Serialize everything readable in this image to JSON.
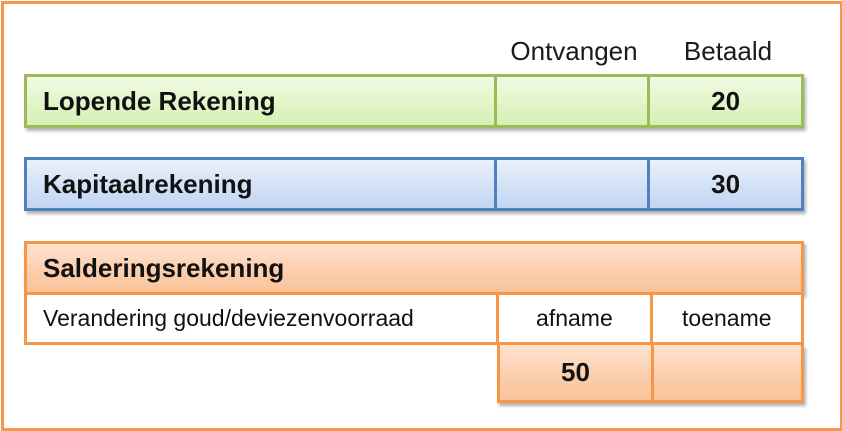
{
  "headers": {
    "ontvangen": "Ontvangen",
    "betaald": "Betaald"
  },
  "rows": {
    "lopende": {
      "label": "Lopende Rekening",
      "ontvangen": "",
      "betaald": "20"
    },
    "kapitaal": {
      "label": "Kapitaalrekening",
      "ontvangen": "",
      "betaald": "30"
    },
    "saldering": {
      "label": "Salderingsrekening",
      "sub_label": "Verandering goud/deviezenvoorraad",
      "afname_label": "afname",
      "toename_label": "toename",
      "afname_value": "50",
      "toename_value": ""
    }
  },
  "colors": {
    "frame": "#f79646",
    "lopende_border": "#9bbb59",
    "kapitaal_border": "#4f81bd",
    "saldering_border": "#f79646"
  }
}
